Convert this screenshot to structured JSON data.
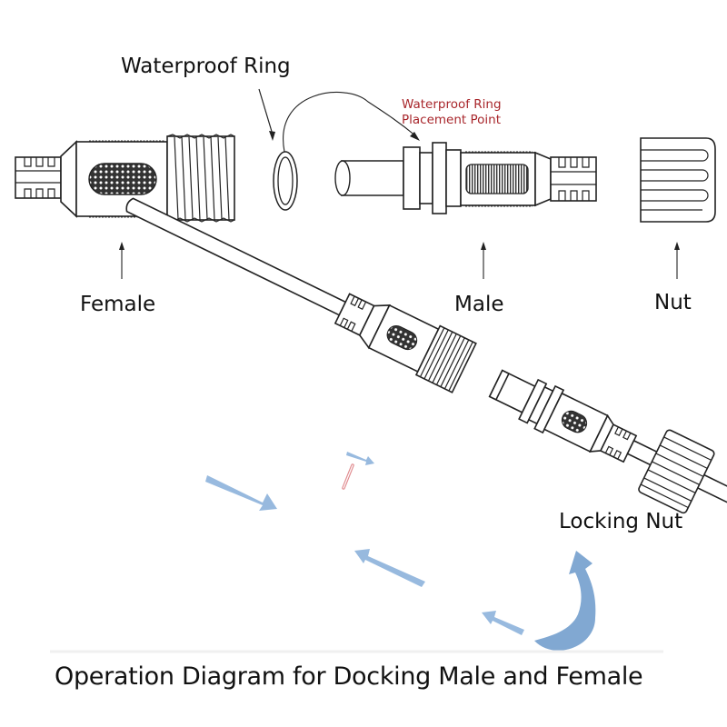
{
  "diagram": {
    "title": "Operation Diagram for Docking Male and Female",
    "top_section": {
      "callouts": {
        "waterproof_ring": "Waterproof Ring",
        "placement_point_line1": "Waterproof Ring",
        "placement_point_line2": "Placement Point"
      },
      "parts": [
        {
          "id": "female",
          "label": "Female"
        },
        {
          "id": "male",
          "label": "Male"
        },
        {
          "id": "nut",
          "label": "Nut"
        }
      ]
    },
    "bottom_section": {
      "locking_nut_label": "Locking Nut",
      "arrow_color": "#8fb4dc",
      "rotate_arrow_color": "#7aa3d0",
      "ring_color": "#e08a8e"
    },
    "colors": {
      "line": "#222222",
      "callout_red": "#a8262b",
      "background": "#ffffff"
    }
  }
}
